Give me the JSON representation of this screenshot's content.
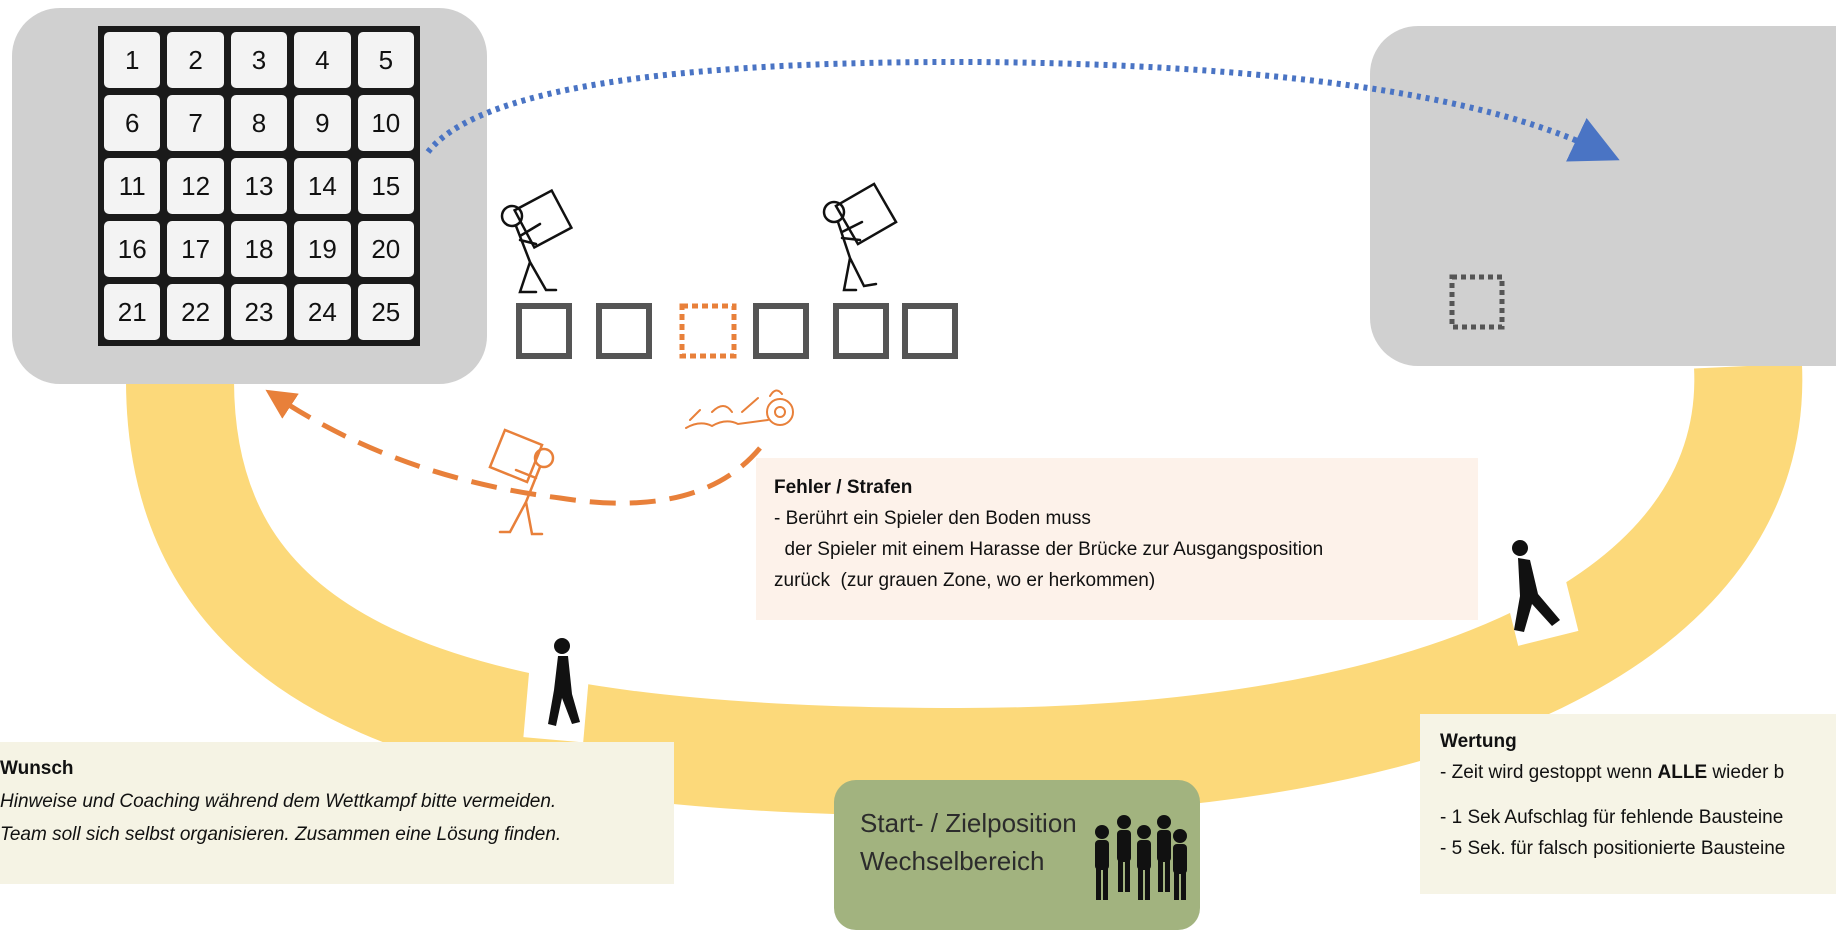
{
  "grid": {
    "numbers": [
      1,
      2,
      3,
      4,
      5,
      6,
      7,
      8,
      9,
      10,
      11,
      12,
      13,
      14,
      15,
      16,
      17,
      18,
      19,
      20,
      21,
      22,
      23,
      24,
      25
    ]
  },
  "fehler": {
    "title": "Fehler / Strafen",
    "line1": "- Berührt ein Spieler den Boden muss",
    "line2": "  der Spieler mit einem Harasse der Brücke zur Ausgangsposition",
    "line3": "zurück  (zur grauen Zone, wo er herkommen)"
  },
  "wunsch": {
    "title": "Wunsch",
    "line1": "Hinweise und Coaching während dem Wettkampf bitte vermeiden.",
    "line2": "Team soll sich selbst organisieren. Zusammen eine Lösung finden."
  },
  "wertung": {
    "title": "Wertung",
    "line1_prefix": "- Zeit wird gestoppt wenn ",
    "line1_bold": "ALLE",
    "line1_suffix": " wieder b",
    "line2": "- 1 Sek Aufschlag für fehlende Bausteine",
    "line3": "- 5 Sek. für falsch positionierte Bausteine"
  },
  "start": {
    "line1": "Start- / Zielposition",
    "line2": "Wechselbereich"
  },
  "colors": {
    "track": "#fcd97a",
    "zone": "#d0d0d0",
    "crate": "#555555",
    "error": "#e8803a",
    "arrow": "#4a74c4",
    "start": "#a2b37f"
  }
}
